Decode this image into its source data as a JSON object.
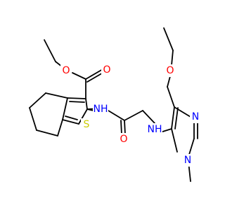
{
  "molecule": {
    "colors": {
      "bond": "#000000",
      "oxygen": "#ff0000",
      "nitrogen": "#0000ff",
      "sulfur": "#cccc00",
      "background": "#ffffff"
    },
    "atoms": {
      "ester_ether_o": "O",
      "ester_carbonyl_o": "O",
      "amide_nh": "NH",
      "thiophene_s": "S",
      "amide_carbonyl_o": "O",
      "amine_nh": "NH",
      "ethoxy_o": "O",
      "pyrimidine_n_upper": "N",
      "pyrimidine_n_lower": "N"
    }
  }
}
